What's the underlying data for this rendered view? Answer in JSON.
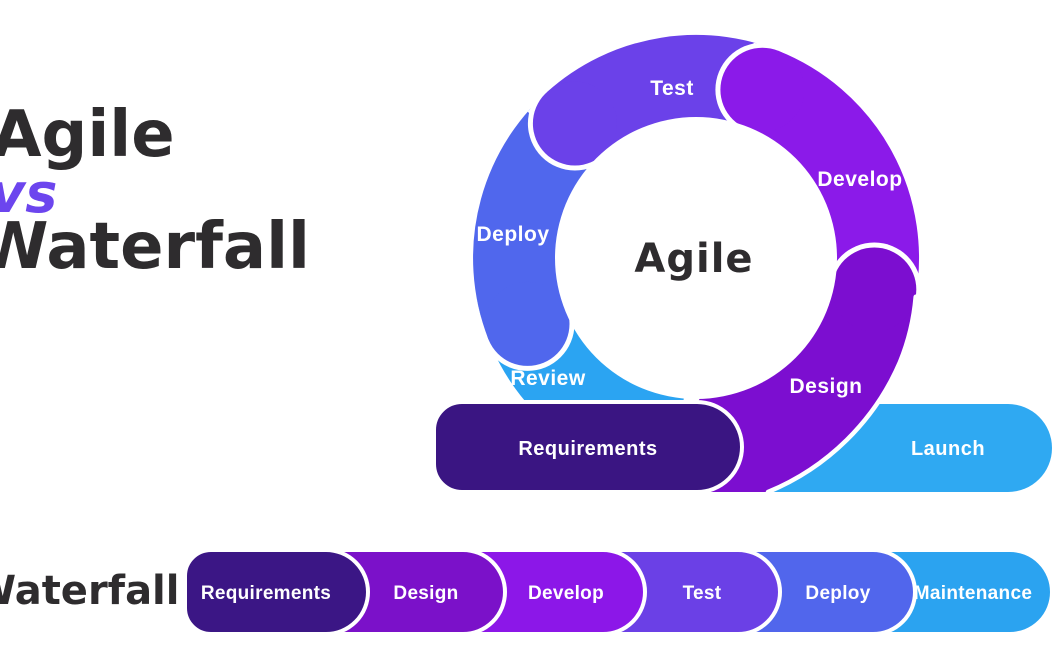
{
  "title": {
    "line1": "Agile",
    "line2": "vs",
    "line3": "Waterfall",
    "accent_color": "#6C45EE",
    "ink_color": "#2E2C2E"
  },
  "agile": {
    "center_label": "Agile",
    "segments": {
      "test": {
        "label": "Test",
        "color": "#6B41E9"
      },
      "develop": {
        "label": "Develop",
        "color": "#8B1AE9"
      },
      "design": {
        "label": "Design",
        "color": "#7C0ED0"
      },
      "deploy": {
        "label": "Deploy",
        "color": "#5067ED"
      },
      "review": {
        "label": "Review",
        "color": "#2BA4F2"
      }
    },
    "requirements": {
      "label": "Requirements",
      "color": "#3A1582"
    },
    "launch": {
      "label": "Launch",
      "color": "#2FA9F2"
    }
  },
  "waterfall": {
    "title": "Waterfall",
    "stages": [
      {
        "label": "Requirements",
        "color": "#3B1685"
      },
      {
        "label": "Design",
        "color": "#7B11C9"
      },
      {
        "label": "Develop",
        "color": "#8C17E8"
      },
      {
        "label": "Test",
        "color": "#6B40E6"
      },
      {
        "label": "Deploy",
        "color": "#5166EC"
      },
      {
        "label": "Maintenance",
        "color": "#2BA3F0"
      }
    ]
  }
}
